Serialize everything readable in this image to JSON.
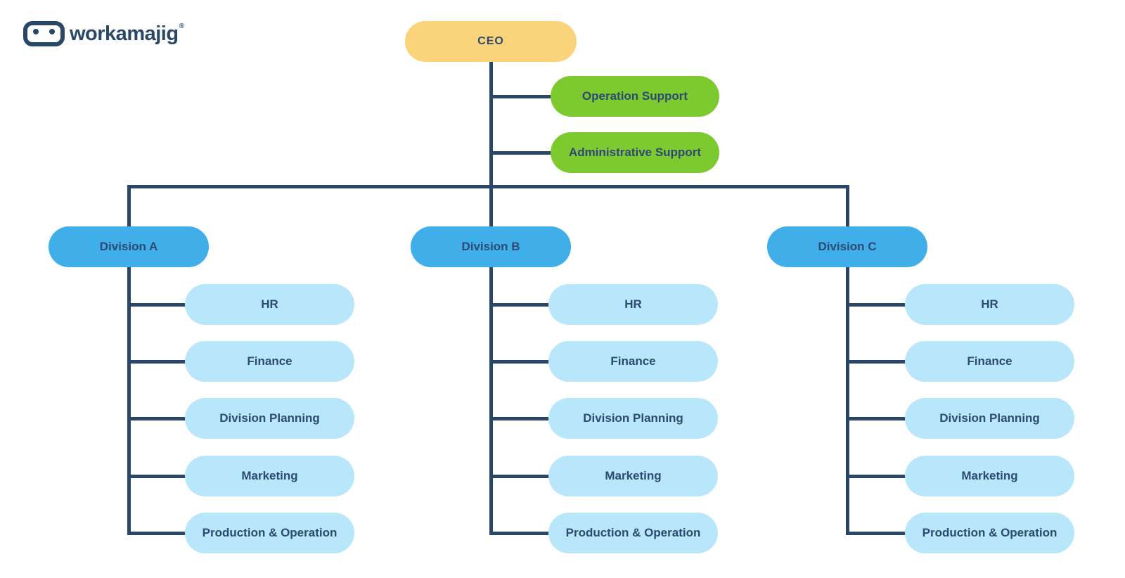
{
  "logo": {
    "brand": "workamajig",
    "registered": "®"
  },
  "colors": {
    "yellow": "#FBD37A",
    "green": "#7CC930",
    "blue": "#3FAEE9",
    "lightblue": "#B8E6FB",
    "navy": "#2B4768",
    "text": "#2C4A72",
    "background": "#FFFFFF"
  },
  "chart": {
    "root": {
      "label": "CEO"
    },
    "staff": [
      {
        "label": "Operation Support"
      },
      {
        "label": "Administrative Support"
      }
    ],
    "divisions": [
      {
        "label": "Division A",
        "departments": [
          "HR",
          "Finance",
          "Division Planning",
          "Marketing",
          "Production & Operation"
        ]
      },
      {
        "label": "Division B",
        "departments": [
          "HR",
          "Finance",
          "Division Planning",
          "Marketing",
          "Production & Operation"
        ]
      },
      {
        "label": "Division C",
        "departments": [
          "HR",
          "Finance",
          "Division Planning",
          "Marketing",
          "Production & Operation"
        ]
      }
    ]
  }
}
